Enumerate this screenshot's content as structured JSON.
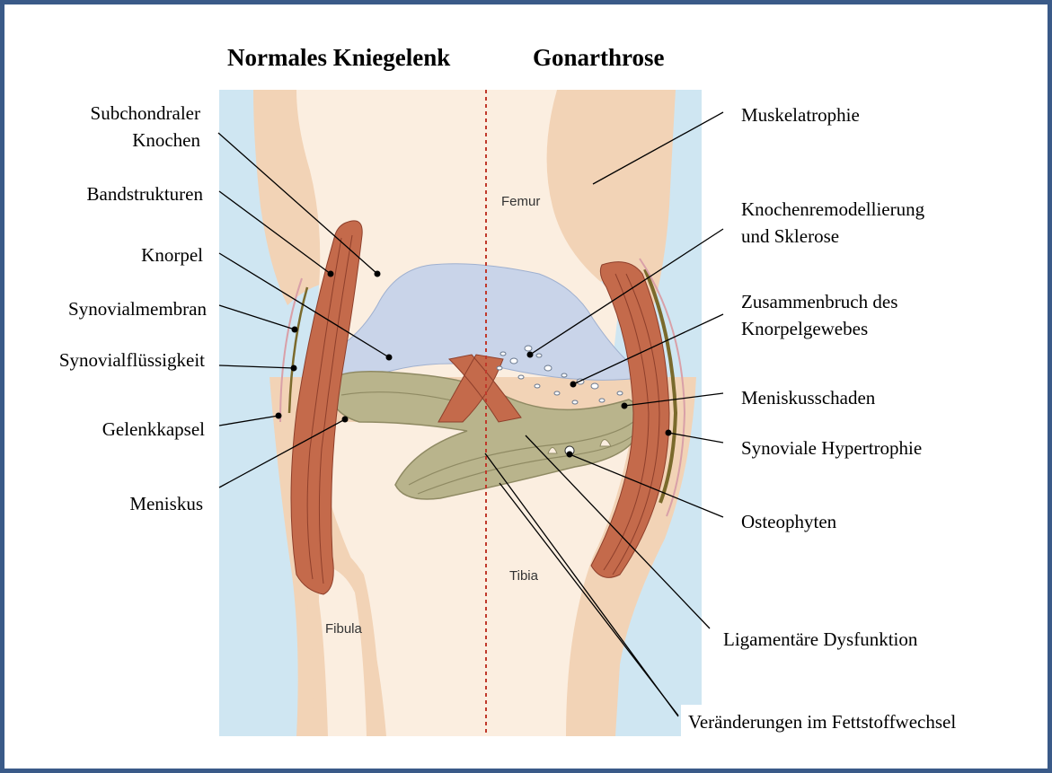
{
  "titles": {
    "left": "Normales Kniegelenk",
    "right": "Gonarthrose"
  },
  "bone_labels": {
    "femur": "Femur",
    "tibia": "Tibia",
    "fibula": "Fibula"
  },
  "left_labels": [
    {
      "key": "subchondral",
      "lines": [
        "Subchondraler",
        "Knochen"
      ]
    },
    {
      "key": "bandstrukturen",
      "lines": [
        "Bandstrukturen"
      ]
    },
    {
      "key": "knorpel",
      "lines": [
        "Knorpel"
      ]
    },
    {
      "key": "synovialmembran",
      "lines": [
        "Synovialmembran"
      ]
    },
    {
      "key": "synovialfluessigkeit",
      "lines": [
        "Synovialflüssigkeit"
      ]
    },
    {
      "key": "gelenkkapsel",
      "lines": [
        "Gelenkkapsel"
      ]
    },
    {
      "key": "meniskus",
      "lines": [
        "Meniskus"
      ]
    }
  ],
  "right_labels": [
    {
      "key": "muskelatrophie",
      "lines": [
        "Muskelatrophie"
      ]
    },
    {
      "key": "knochenremodellierung",
      "lines": [
        "Knochenremodellierung",
        "und Sklerose"
      ]
    },
    {
      "key": "zusammenbruch",
      "lines": [
        "Zusammenbruch des",
        "Knorpelgewebes"
      ]
    },
    {
      "key": "meniskusschaden",
      "lines": [
        "Meniskusschaden"
      ]
    },
    {
      "key": "synoviale_hypertrophie",
      "lines": [
        "Synoviale Hypertrophie"
      ]
    },
    {
      "key": "osteophyten",
      "lines": [
        "Osteophyten"
      ]
    },
    {
      "key": "ligamentaere",
      "lines": [
        "Ligamentäre Dysfunktion"
      ]
    },
    {
      "key": "fettstoffwechsel",
      "lines": [
        "Veränderungen im Fettstoffwechsel"
      ]
    }
  ],
  "colors": {
    "frame": "#3a5a88",
    "background_tissue": "#cfe6f2",
    "bone": "#fbeee0",
    "bone_outer": "#f2d3b6",
    "cartilage": "#c9d4e9",
    "meniscus": "#b9b48c",
    "muscle": "#c46a4b",
    "divider": "#c0392b"
  }
}
